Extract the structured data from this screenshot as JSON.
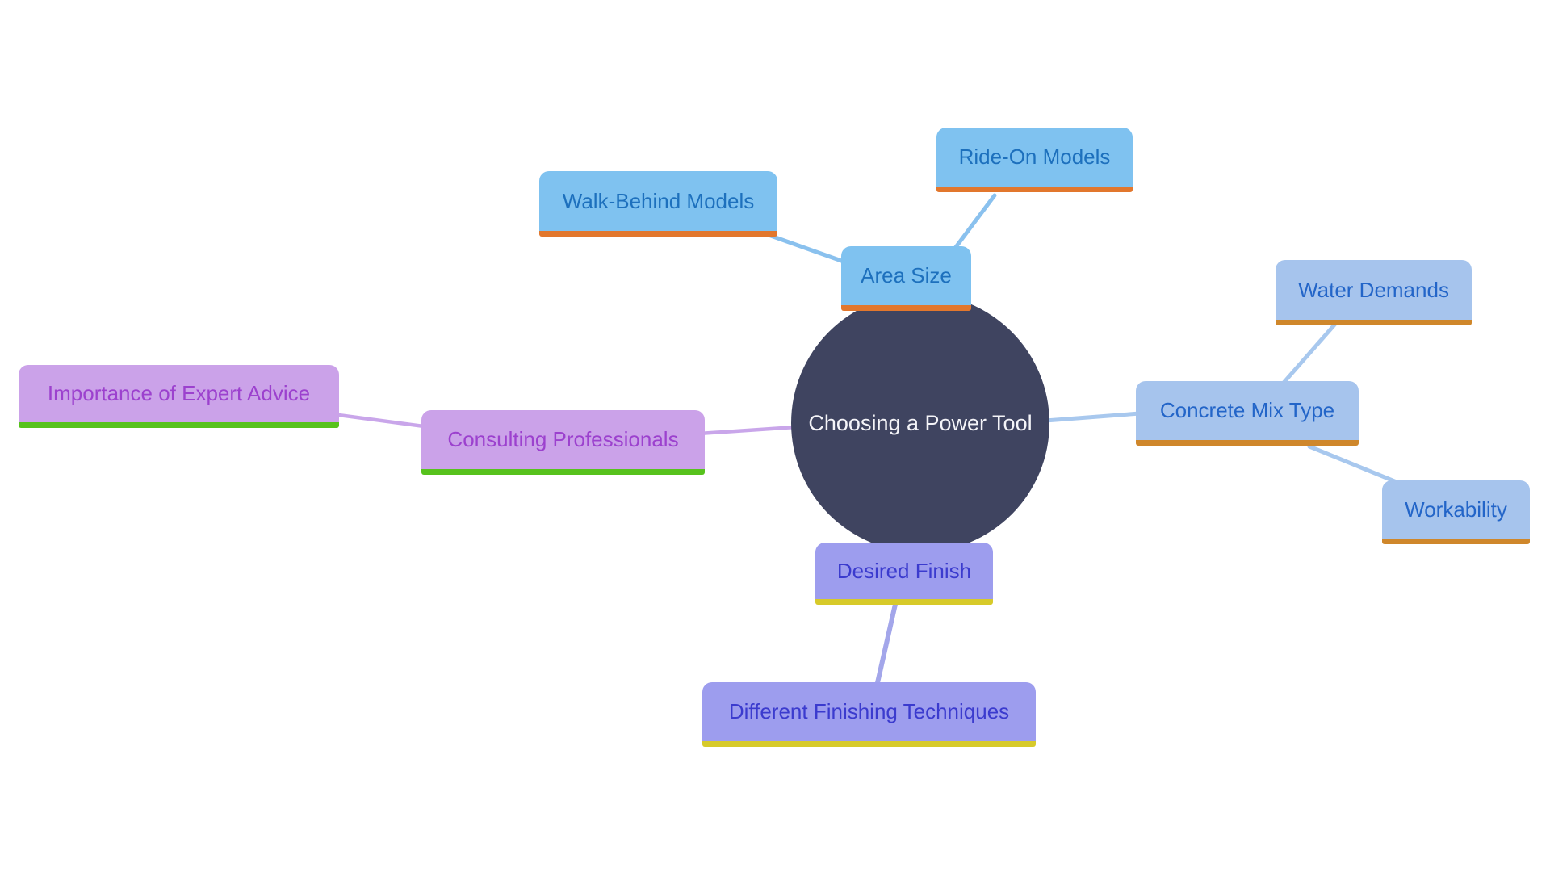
{
  "colors": {
    "background": "#ffffff",
    "root-fill": "#3F4460",
    "root-text": "#F4F4F8",
    "sky-fill": "#7FC2F0",
    "sky-text": "#1D70BD",
    "sky-underline": "#E2772D",
    "sky-line": "#8AC1EE",
    "steel-fill": "#A6C4ED",
    "steel-text": "#2365C8",
    "steel-underline": "#CF872B",
    "steel-line": "#A8C8EE",
    "purple-fill": "#CBA2E9",
    "purple-text": "#9C41CE",
    "purple-underline": "#57C21D",
    "purple-line": "#C9A6EA",
    "indigo-fill": "#9D9DEE",
    "indigo-text": "#3B3BCE",
    "indigo-underline": "#D7CA2A",
    "indigo-line": "#A3A6EA"
  },
  "nodes": {
    "root": {
      "label": "Choosing a Power Tool"
    },
    "area_size": {
      "label": "Area Size"
    },
    "walk_behind": {
      "label": "Walk-Behind Models"
    },
    "ride_on": {
      "label": "Ride-On Models"
    },
    "concrete_mix": {
      "label": "Concrete Mix Type"
    },
    "water_demands": {
      "label": "Water Demands"
    },
    "workability": {
      "label": "Workability"
    },
    "desired_finish": {
      "label": "Desired Finish"
    },
    "finishing_techniques": {
      "label": "Different Finishing Techniques"
    },
    "consulting": {
      "label": "Consulting Professionals"
    },
    "expert_advice": {
      "label": "Importance of Expert Advice"
    }
  },
  "edges": [
    {
      "from": "Choosing a Power Tool",
      "to": "Area Size"
    },
    {
      "from": "Area Size",
      "to": "Walk-Behind Models"
    },
    {
      "from": "Area Size",
      "to": "Ride-On Models"
    },
    {
      "from": "Choosing a Power Tool",
      "to": "Concrete Mix Type"
    },
    {
      "from": "Concrete Mix Type",
      "to": "Water Demands"
    },
    {
      "from": "Concrete Mix Type",
      "to": "Workability"
    },
    {
      "from": "Choosing a Power Tool",
      "to": "Desired Finish"
    },
    {
      "from": "Desired Finish",
      "to": "Different Finishing Techniques"
    },
    {
      "from": "Choosing a Power Tool",
      "to": "Consulting Professionals"
    },
    {
      "from": "Consulting Professionals",
      "to": "Importance of Expert Advice"
    }
  ]
}
